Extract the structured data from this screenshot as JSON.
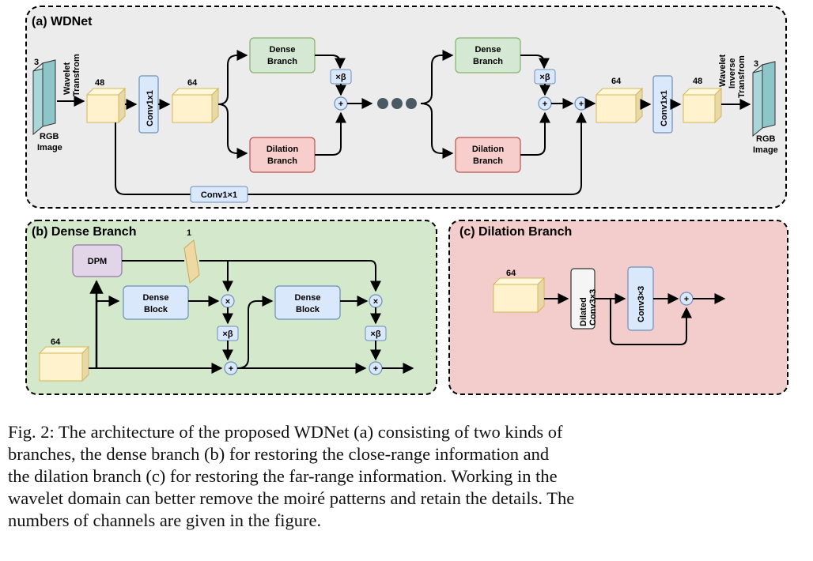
{
  "panel_a": {
    "title": "(a) WDNet",
    "input_channels": "3",
    "wavelet_label": "Wavelet",
    "transform_label": "Transfrom",
    "rgb": "RGB",
    "image": "Image",
    "ch48_in": "48",
    "conv_in": "Conv1x1",
    "ch64_in": "64",
    "dense_l1": "Dense",
    "dense_l2": "Branch",
    "dilation_l1": "Dilation",
    "dilation_l2": "Branch",
    "xbeta": "×β",
    "plus": "+",
    "ch64_out": "64",
    "conv_out": "Conv1x1",
    "ch48_out": "48",
    "inverse_l1": "Wavelet",
    "inverse_l2": "Inverse",
    "inverse_l3": "Transfrom",
    "output_channels": "3",
    "skip_conv": "Conv1×1"
  },
  "panel_b": {
    "title": "(b) Dense Branch",
    "dpm": "DPM",
    "one": "1",
    "dense_block_l1": "Dense",
    "dense_block_l2": "Block",
    "times": "×",
    "xbeta": "×β",
    "plus": "+",
    "ch64": "64"
  },
  "panel_c": {
    "title": "(c) Dilation Branch",
    "ch64": "64",
    "dilated_l1": "Dilated",
    "dilated_l2": "Conv3×3",
    "conv": "Conv3×3",
    "plus": "+"
  },
  "colors": {
    "panel_a_bg": "#ececec",
    "panel_b_bg": "#d4e8cc",
    "panel_c_bg": "#f3cccc",
    "cube_face": "#fff2cc",
    "cube_side": "#e8d9a8",
    "dense_fill": "#d5e8d4",
    "dense_stroke": "#82b366",
    "dilation_fill": "#f8cecc",
    "dilation_stroke": "#b85450",
    "blue_fill": "#dae8fc",
    "blue_stroke": "#6c8ebf",
    "dpm_fill": "#e1d5e7",
    "dpm_stroke": "#9673a6",
    "dots": "#4a5a63"
  },
  "caption": [
    "Fig. 2: The architecture of the proposed WDNet (a) consisting of two kinds of",
    "branches, the dense branch (b) for restoring the close-range information and",
    "the dilation branch (c) for restoring the far-range information. Working in the",
    "wavelet domain can better remove the moiré patterns and retain the details. The",
    "numbers of channels are given in the figure."
  ]
}
